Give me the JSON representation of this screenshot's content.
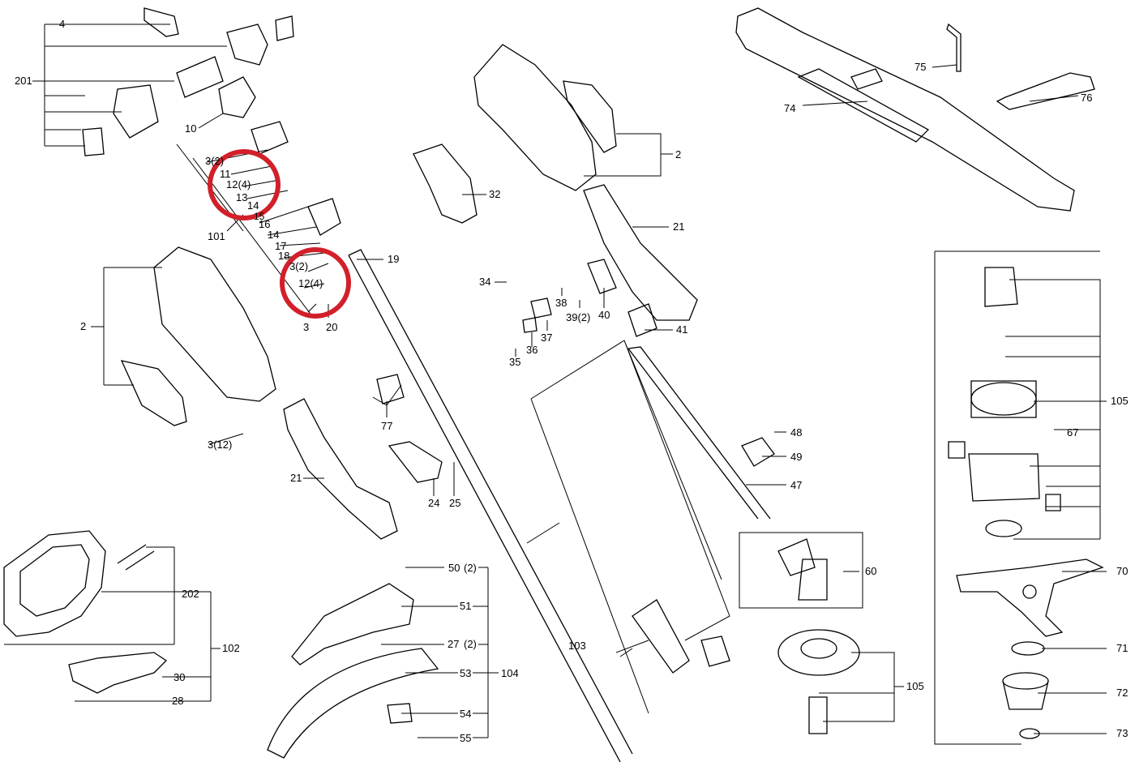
{
  "diagram": {
    "labels": {
      "l4": "4",
      "l201": "201",
      "l10": "10",
      "l3_2_a": "3(2)",
      "l11": "11",
      "l12_4_a": "12(4)",
      "l13": "13",
      "l14_a": "14",
      "l15": "15",
      "l16": "16",
      "l14_b": "14",
      "l101": "101",
      "l17": "17",
      "l18": "18",
      "l3_2_b": "3(2)",
      "l12_4_b": "12(4)",
      "l3": "3",
      "l20": "20",
      "l19": "19",
      "l2_left": "2",
      "l3_12": "3(12)",
      "l21_left": "21",
      "l77": "77",
      "l24": "24",
      "l25": "25",
      "l202": "202",
      "l102": "102",
      "l30": "30",
      "l28": "28",
      "l50": "50",
      "l50_q": "(2)",
      "l51": "51",
      "l27": "27",
      "l27_q": "(2)",
      "l53": "53",
      "l104": "104",
      "l54": "54",
      "l55": "55",
      "l32": "32",
      "l2_right": "2",
      "l21_right": "21",
      "l34": "34",
      "l38": "38",
      "l39": "39(2)",
      "l40": "40",
      "l41": "41",
      "l37": "37",
      "l36": "36",
      "l35": "35",
      "l48": "48",
      "l49": "49",
      "l47": "47",
      "l60": "60",
      "l103": "103",
      "l105_bottom": "105",
      "l75": "75",
      "l76": "76",
      "l74": "74",
      "l105_right": "105",
      "l67": "67",
      "l70": "70",
      "l71": "71",
      "l72": "72",
      "l73": "73"
    },
    "highlight_color": "#d2202b",
    "line_color": "#000000"
  }
}
